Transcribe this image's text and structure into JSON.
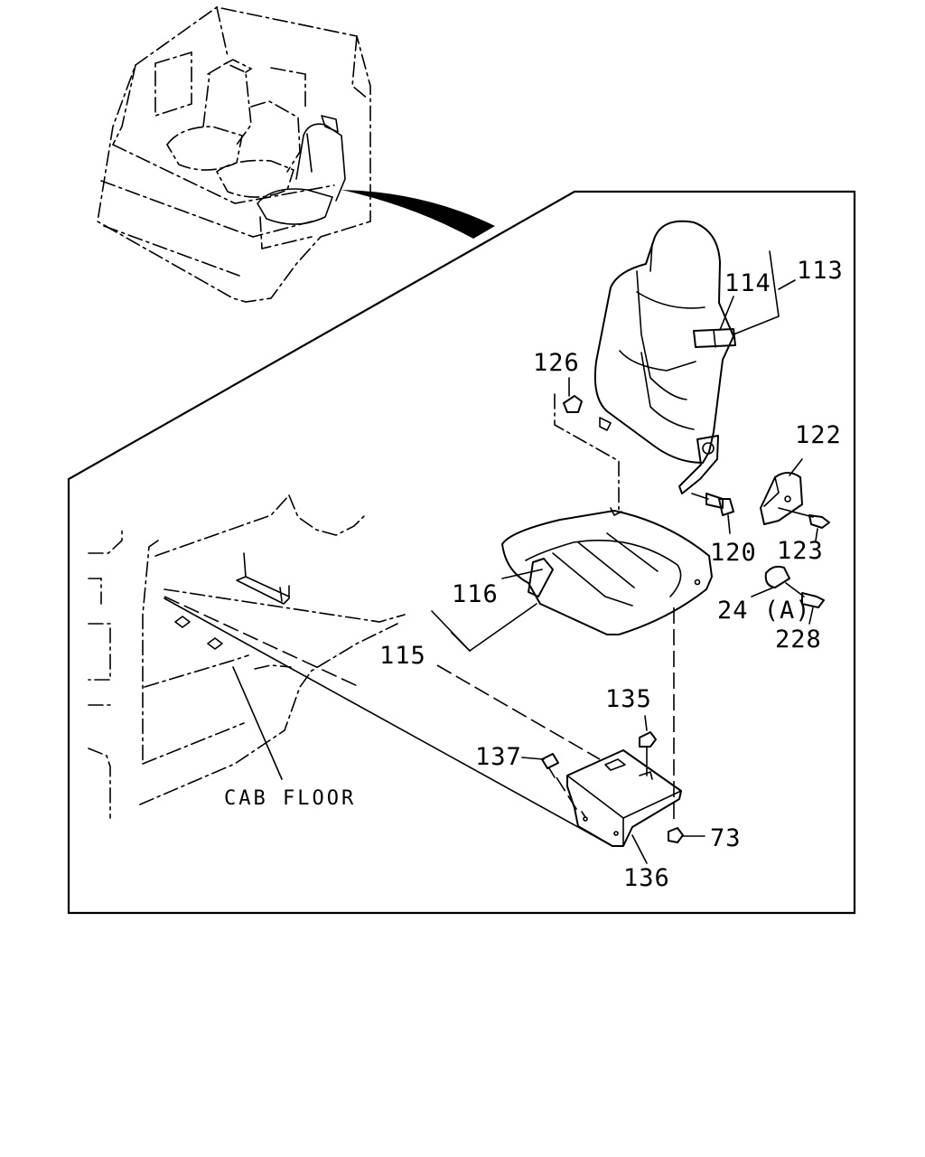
{
  "labels": {
    "p113": "113",
    "p114": "114",
    "p126": "126",
    "p122": "122",
    "p120": "120",
    "p123": "123",
    "p116": "116",
    "p24a": "24 (A)",
    "p228": "228",
    "p115": "115",
    "p135": "135",
    "p137": "137",
    "p73": "73",
    "p136": "136",
    "cab_floor": "CAB FLOOR"
  }
}
